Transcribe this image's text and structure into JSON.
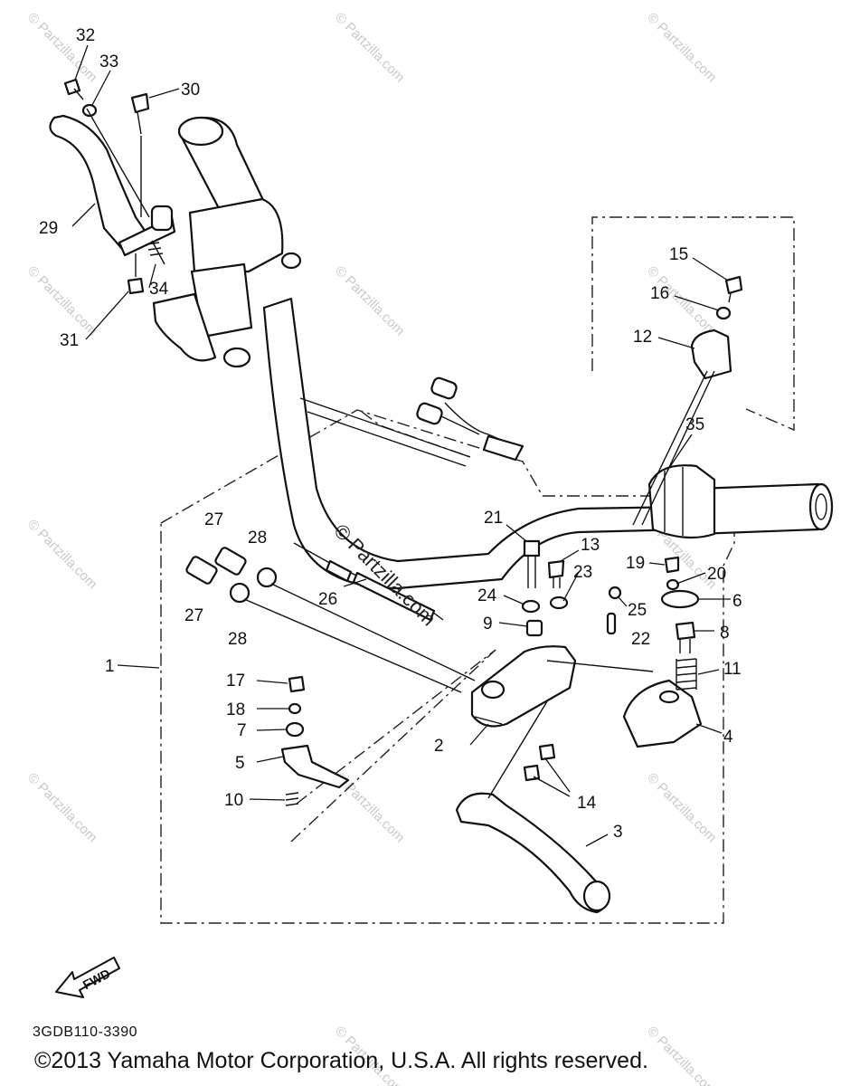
{
  "diagram": {
    "code": "3GDB110-3390",
    "copyright": "©2013 Yamaha Motor Corporation, U.S.A. All rights reserved.",
    "fwd_label": "FWD",
    "center_watermark": "© Partzilla.com",
    "watermark": "© Partzilla.com",
    "callouts": [
      {
        "id": "c32",
        "text": "32"
      },
      {
        "id": "c33",
        "text": "33"
      },
      {
        "id": "c30",
        "text": "30"
      },
      {
        "id": "c29",
        "text": "29"
      },
      {
        "id": "c34",
        "text": "34"
      },
      {
        "id": "c31",
        "text": "31"
      },
      {
        "id": "c15",
        "text": "15"
      },
      {
        "id": "c16",
        "text": "16"
      },
      {
        "id": "c12",
        "text": "12"
      },
      {
        "id": "c35",
        "text": "35"
      },
      {
        "id": "c21",
        "text": "21"
      },
      {
        "id": "c13",
        "text": "13"
      },
      {
        "id": "c23",
        "text": "23"
      },
      {
        "id": "c24",
        "text": "24"
      },
      {
        "id": "c9",
        "text": "9"
      },
      {
        "id": "c19",
        "text": "19"
      },
      {
        "id": "c20",
        "text": "20"
      },
      {
        "id": "c25",
        "text": "25"
      },
      {
        "id": "c6",
        "text": "6"
      },
      {
        "id": "c22",
        "text": "22"
      },
      {
        "id": "c8",
        "text": "8"
      },
      {
        "id": "c11",
        "text": "11"
      },
      {
        "id": "c4",
        "text": "4"
      },
      {
        "id": "c27a",
        "text": "27"
      },
      {
        "id": "c28a",
        "text": "28"
      },
      {
        "id": "c27b",
        "text": "27"
      },
      {
        "id": "c28b",
        "text": "28"
      },
      {
        "id": "c26",
        "text": "26"
      },
      {
        "id": "c1",
        "text": "1"
      },
      {
        "id": "c17",
        "text": "17"
      },
      {
        "id": "c18",
        "text": "18"
      },
      {
        "id": "c7",
        "text": "7"
      },
      {
        "id": "c5",
        "text": "5"
      },
      {
        "id": "c10",
        "text": "10"
      },
      {
        "id": "c2",
        "text": "2"
      },
      {
        "id": "c14",
        "text": "14"
      },
      {
        "id": "c3",
        "text": "3"
      }
    ]
  }
}
